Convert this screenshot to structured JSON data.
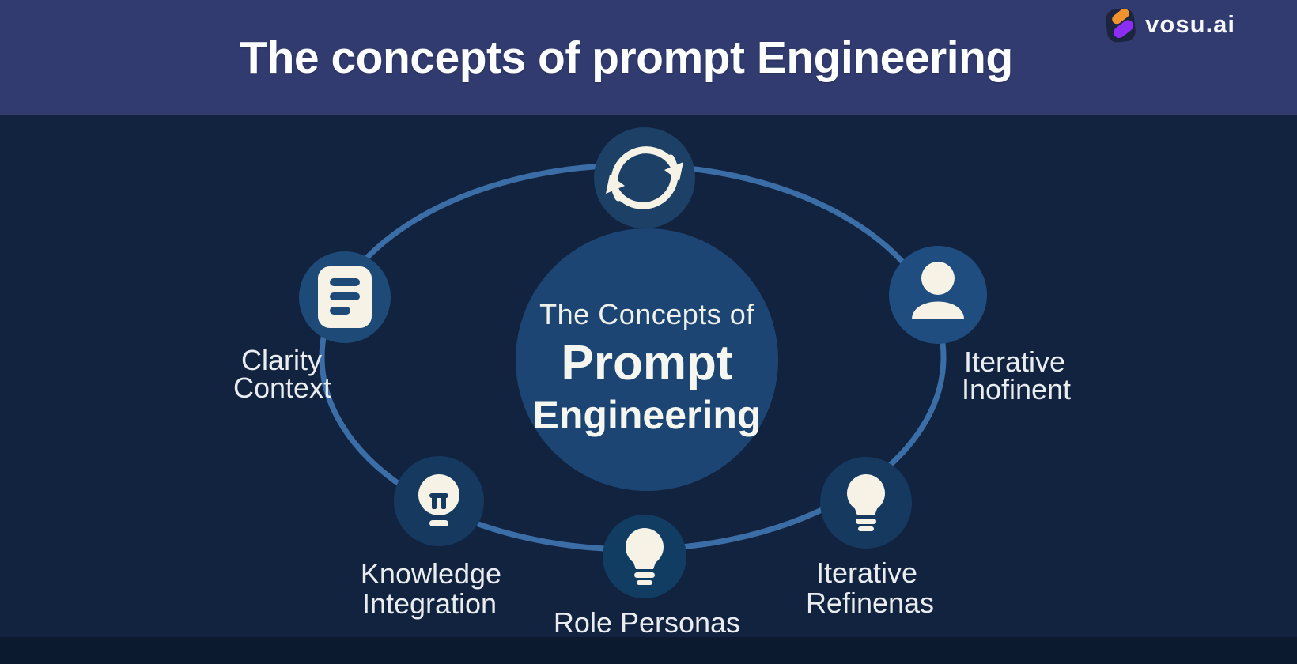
{
  "header": {
    "title": "The concepts of prompt Engineering"
  },
  "brand": {
    "name": "vosu.ai",
    "icon": "vosu-logo-icon"
  },
  "diagram": {
    "center": {
      "line1": "The Concepts of",
      "line2": "Prompt",
      "line3": "Engineering"
    },
    "nodes": {
      "cycle": {
        "icon": "refresh-cycle-icon",
        "lines": []
      },
      "clarity": {
        "icon": "document-lines-icon",
        "lines": [
          "Clarity",
          "Context"
        ]
      },
      "iterative": {
        "icon": "person-icon",
        "lines": [
          "Iterative",
          "Inofinent"
        ]
      },
      "knowledge": {
        "icon": "lightbulb-icon",
        "lines": [
          "Knowledge",
          "Integration"
        ]
      },
      "role": {
        "icon": "lightbulb-icon",
        "lines": [
          "Role Personas"
        ]
      },
      "refine": {
        "icon": "lightbulb-icon",
        "lines": [
          "Iterative",
          "Refinenas"
        ]
      }
    }
  },
  "colors": {
    "header_bg": "#313b6f",
    "page_bg": "#122340",
    "bottom_strip": "#0c1a2f",
    "orbit_line": "#3b6ea6",
    "center_circle": "#1d4573",
    "node_circle_top": "#1c4066",
    "node_circle_left": "#1e4a78",
    "node_circle_right": "#1f4d80",
    "node_circle_bottom": "#15395f",
    "icon_cream": "#f6f3e6",
    "label_text": "#e9edf0",
    "title_text": "#fcfdfe",
    "brand_orange": "#f0932f",
    "brand_purple": "#8b2df2"
  }
}
